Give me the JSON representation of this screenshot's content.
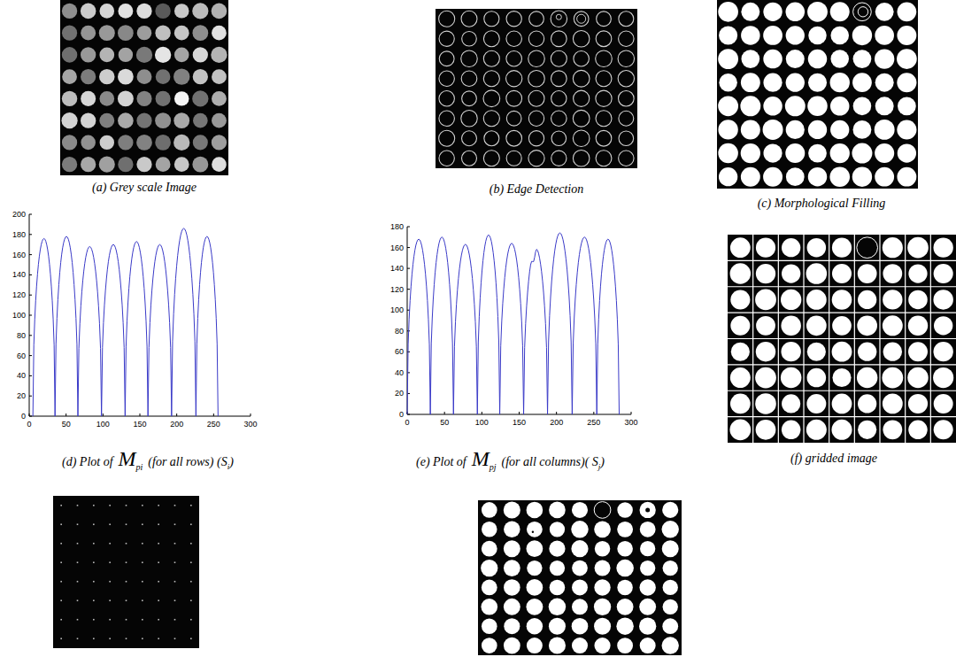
{
  "diagram": {
    "labels": [
      "(a) Grey scale Image",
      "(b) Edge Detection",
      "(c) Morphological Filling",
      "0",
      "20",
      "40",
      "60",
      "80",
      "100",
      "120",
      "140",
      "160",
      "180",
      "200",
      "0",
      "50",
      "100",
      "150",
      "200",
      "250",
      "300",
      "0",
      "20",
      "40",
      "60",
      "80",
      "100",
      "120",
      "140",
      "160",
      "180",
      "0",
      "50",
      "100",
      "150",
      "200",
      "250",
      "300",
      "(d) Plot of",
      "M",
      "pi",
      "(for all rows) (S",
      "i",
      ")",
      "(e) Plot of",
      "M",
      "pj",
      "(for all columns)( S",
      "j",
      ")",
      "(f) gridded image"
    ]
  }
}
